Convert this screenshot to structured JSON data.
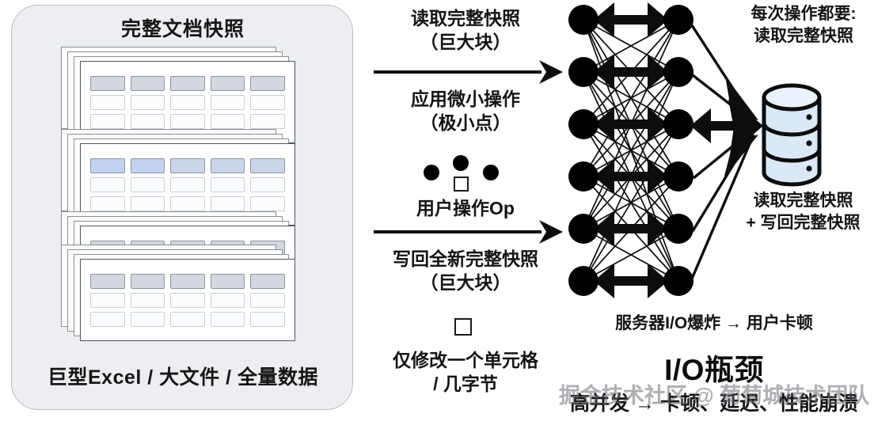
{
  "left_panel": {
    "title": "完整文档快照",
    "caption": "巨型Excel / 大文件 / 全量数据",
    "sheet_groups": 4,
    "sheet_columns": 5,
    "sheet_rows": 3
  },
  "middle": {
    "step1": "读取完整快照\n（巨大块）",
    "arrow1": "arrow-right",
    "step2": "应用微小操作\n（极小点）",
    "op_label": "用户操作Op",
    "arrow2": "arrow-right",
    "step3": "写回全新完整快照\n（巨大块）",
    "edit_label": "仅修改一个单元格\n/ 几字节"
  },
  "network": {
    "left_nodes": 6,
    "right_nodes": 6,
    "node_color": "#000000",
    "bidirectional_arrows": 6
  },
  "right_panel": {
    "db_note_top": "每次操作都要:\n读取完整快照",
    "db_note_bottom": "读取完整快照\n+ 写回完整快照",
    "database_icon": "database-cylinder-icon",
    "database_color": "#dbe8f8",
    "bottleneck_line": "服务器I/O爆炸  →  用户卡顿",
    "bottleneck_title": "I/O瓶颈",
    "bottleneck_sub": "高并发 → 卡顿、延迟、性能崩溃"
  },
  "watermark": {
    "text": "掘金技术社区 @ 葡萄城技术团队"
  },
  "colors": {
    "panel_bg": "#eceef1",
    "panel_border": "#b9bdc2",
    "ink": "#111111",
    "header_cell": "#d3d7df",
    "header_cell_tint": "#ccd6ea",
    "db_fill": "#dbe8f8"
  }
}
